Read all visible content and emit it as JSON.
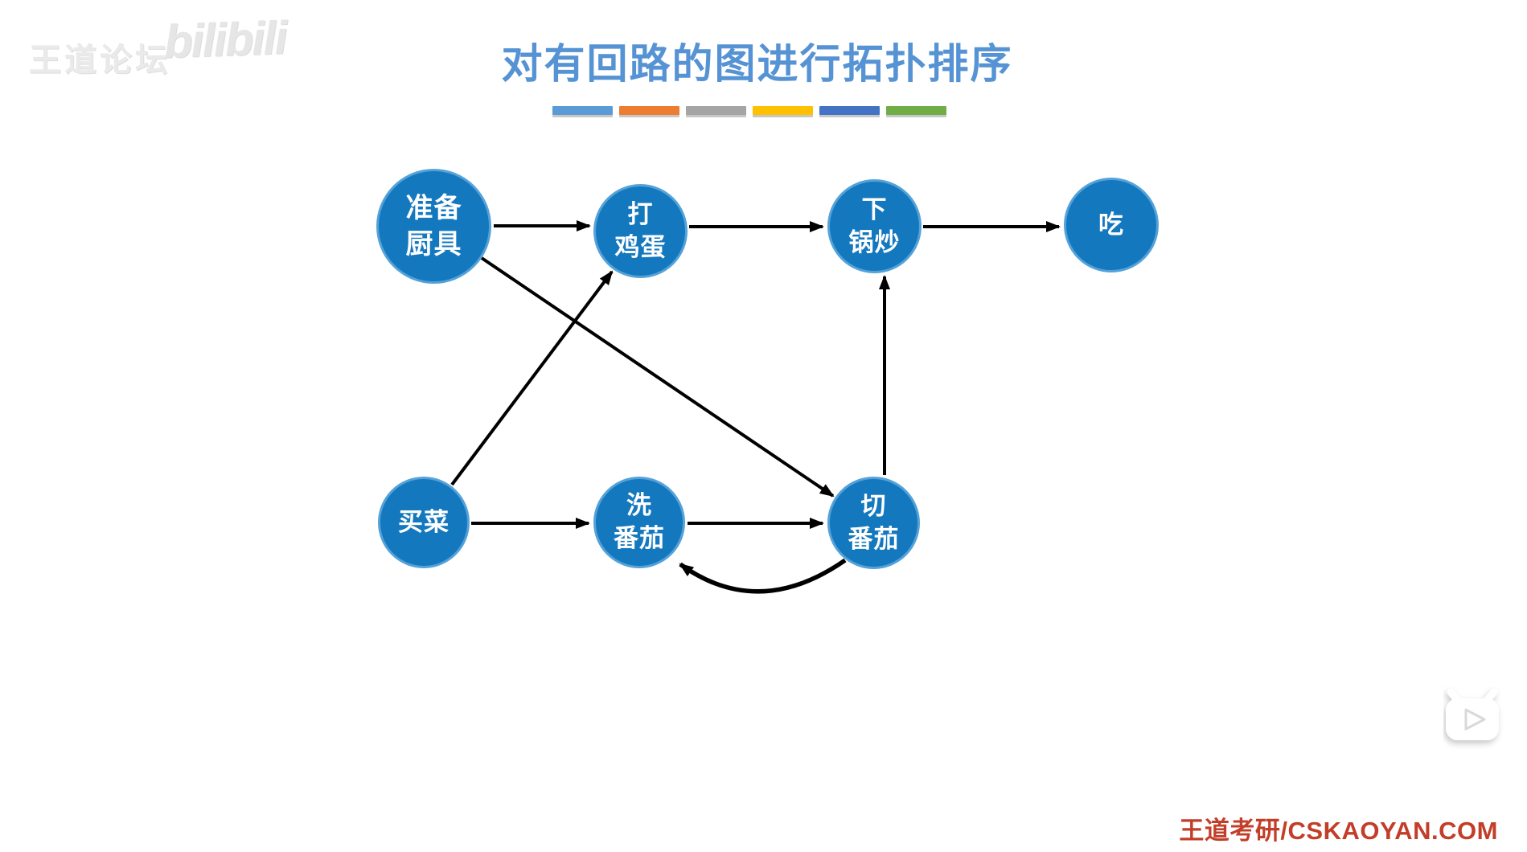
{
  "header": {
    "title": "对有回路的图进行拓扑排序",
    "title_color": "#5593D4",
    "underline_bar_colors": [
      "#5B9BD5",
      "#ED7D31",
      "#A5A5A5",
      "#FFC000",
      "#4472C4",
      "#70AD47"
    ]
  },
  "watermarks": {
    "top_left_text": "王道论坛",
    "top_left_logo": "bilibili",
    "bottom_right_text": "王道考研/CSKAOYAN.COM",
    "bottom_right_color": "#C23E28"
  },
  "player": {
    "icon": "bilibili-tv-play-icon"
  },
  "graph": {
    "description": "directed graph with a cycle between 洗番茄 and 切番茄",
    "node_fill": "#1478BF",
    "node_border": "#54A2D8",
    "edge_color": "#000000",
    "nodes": [
      {
        "id": "prepare",
        "label": "准备厨具",
        "line1": "准备",
        "line2": "厨具"
      },
      {
        "id": "egg",
        "label": "打鸡蛋",
        "line1": "打",
        "line2": "鸡蛋"
      },
      {
        "id": "fry",
        "label": "下锅炒",
        "line1": "下",
        "line2": "锅炒"
      },
      {
        "id": "eat",
        "label": "吃",
        "line1": "吃"
      },
      {
        "id": "buy",
        "label": "买菜",
        "line1": "买菜"
      },
      {
        "id": "wash",
        "label": "洗番茄",
        "line1": "洗",
        "line2": "番茄"
      },
      {
        "id": "cut",
        "label": "切番茄",
        "line1": "切",
        "line2": "番茄"
      }
    ],
    "edges": [
      {
        "from": "准备厨具",
        "to": "打鸡蛋",
        "type": "straight"
      },
      {
        "from": "打鸡蛋",
        "to": "下锅炒",
        "type": "straight"
      },
      {
        "from": "下锅炒",
        "to": "吃",
        "type": "straight"
      },
      {
        "from": "买菜",
        "to": "洗番茄",
        "type": "straight"
      },
      {
        "from": "洗番茄",
        "to": "切番茄",
        "type": "straight"
      },
      {
        "from": "切番茄",
        "to": "下锅炒",
        "type": "straight"
      },
      {
        "from": "买菜",
        "to": "打鸡蛋",
        "type": "straight"
      },
      {
        "from": "准备厨具",
        "to": "切番茄",
        "type": "straight"
      },
      {
        "from": "切番茄",
        "to": "洗番茄",
        "type": "curved-cycle-back-edge"
      }
    ]
  }
}
